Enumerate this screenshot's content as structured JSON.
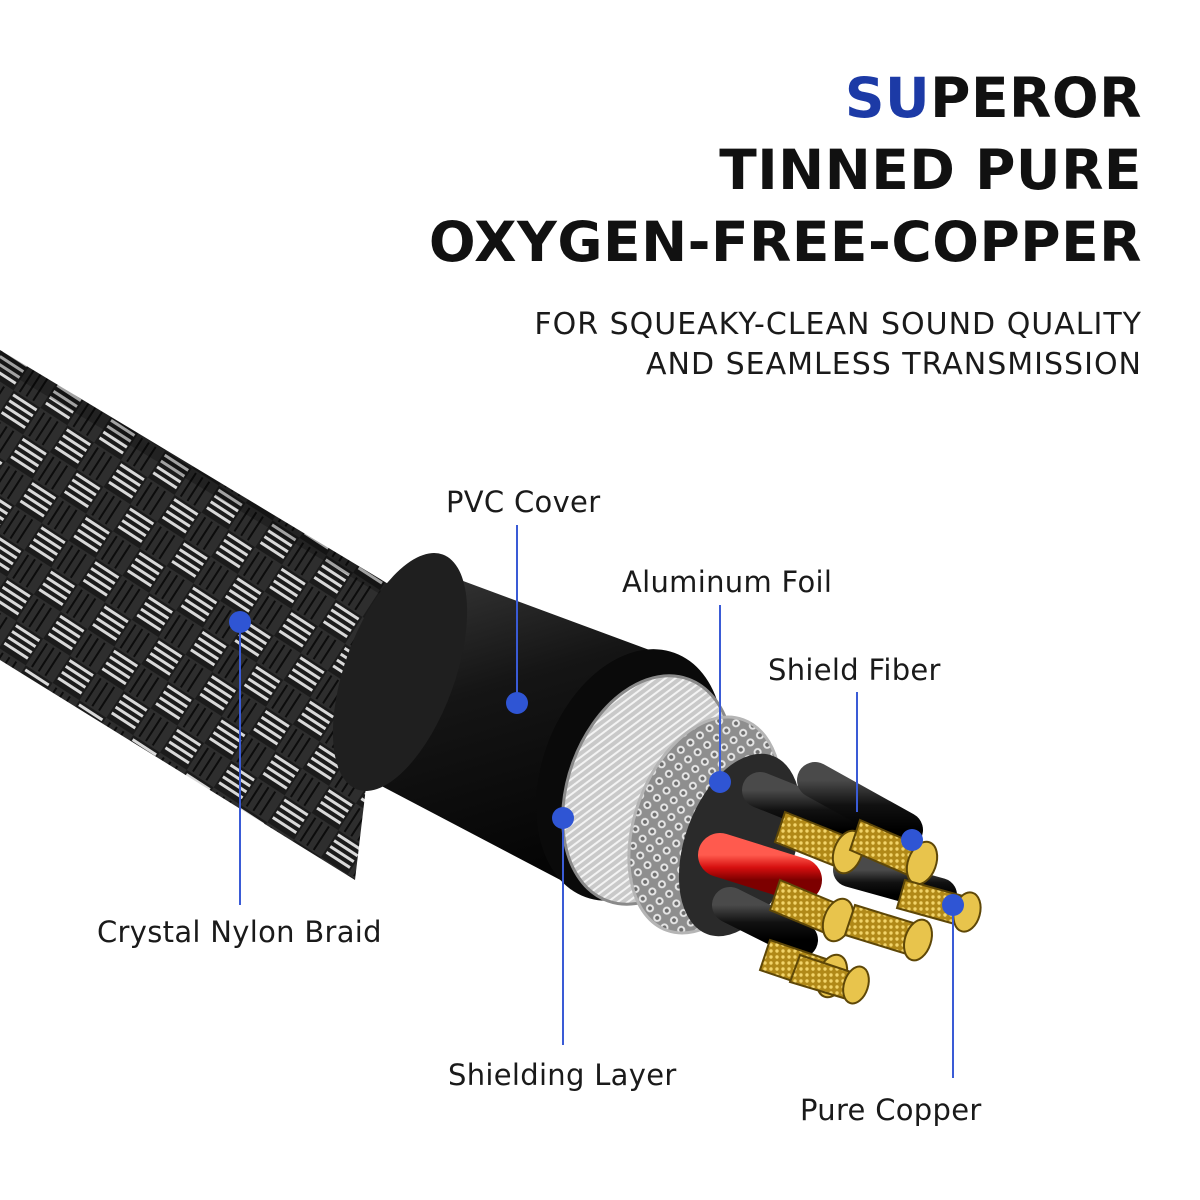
{
  "headline": {
    "accent": "SU",
    "line1_rest": "PEROR",
    "line2": "TINNED PURE",
    "line3": "OXYGEN-FREE-COPPER"
  },
  "subline": {
    "line1": "FOR SQUEAKY-CLEAN SOUND QUALITY",
    "line2": "AND SEAMLESS TRANSMISSION"
  },
  "callouts": {
    "pvc_cover": "PVC Cover",
    "aluminum_foil": "Aluminum Foil",
    "shield_fiber": "Shield Fiber",
    "crystal_nylon_braid": "Crystal Nylon Braid",
    "shielding_layer": "Shielding Layer",
    "pure_copper": "Pure Copper"
  },
  "colors": {
    "accent": "#1c3aa6",
    "marker": "#2f55d4",
    "text": "#111111"
  }
}
